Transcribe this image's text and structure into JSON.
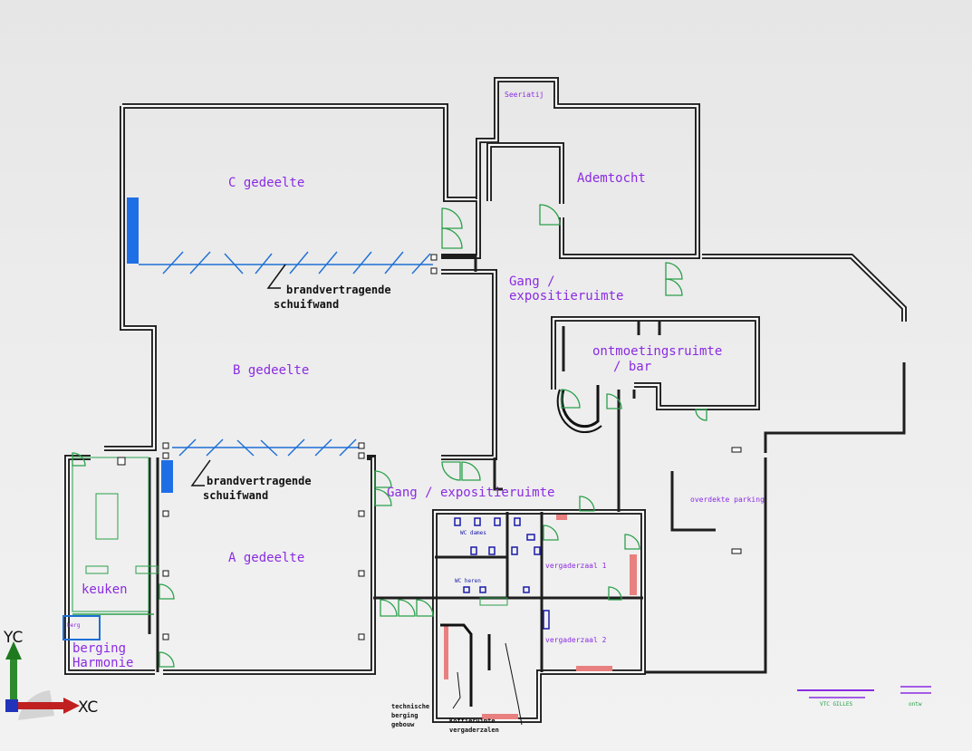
{
  "rooms": {
    "c_gedeelte": "C gedeelte",
    "b_gedeelte": "B gedeelte",
    "a_gedeelte": "A gedeelte",
    "secretariaat": "Seeriatij",
    "ademtocht": "Ademtocht",
    "gang_top_1": "Gang /",
    "gang_top_2": "expositieruimte",
    "gang_bottom": "Gang / expositieruimte",
    "ontmoeting": "ontmoetingsruimte",
    "bar": "/ bar",
    "keuken": "keuken",
    "berging_small": "berg",
    "berging_1": "berging",
    "berging_2": "Harmonie",
    "dames": "WC dames",
    "heren": "WC heren",
    "vergaderzaal_1": "vergaderzaal 1",
    "vergaderzaal_2": "vergaderzaal 2",
    "parking": "overdekte parking"
  },
  "annotations": {
    "schuifwand_top_1": "brandvertragende",
    "schuifwand_top_2": "schuifwand",
    "schuifwand_bottom_1": "brandvertragende",
    "schuifwand_bottom_2": "schuifwand",
    "tech_1": "technische",
    "tech_2": "berging",
    "tech_3": "gebouw",
    "koffie_1": "Koffieruimte",
    "koffie_2": "vergaderzalen"
  },
  "titleblock": {
    "right_small": "VTC GILLES",
    "right_label": "ontw"
  },
  "axes": {
    "y_label": "YC",
    "x_label": "XC"
  },
  "colors": {
    "wall": "#1e1e1e",
    "door": "#2aa04a",
    "label": "#8a2be2",
    "partition": "#1d6fd6",
    "fixture": "#1a1aaa",
    "accent_red": "#e88080"
  }
}
